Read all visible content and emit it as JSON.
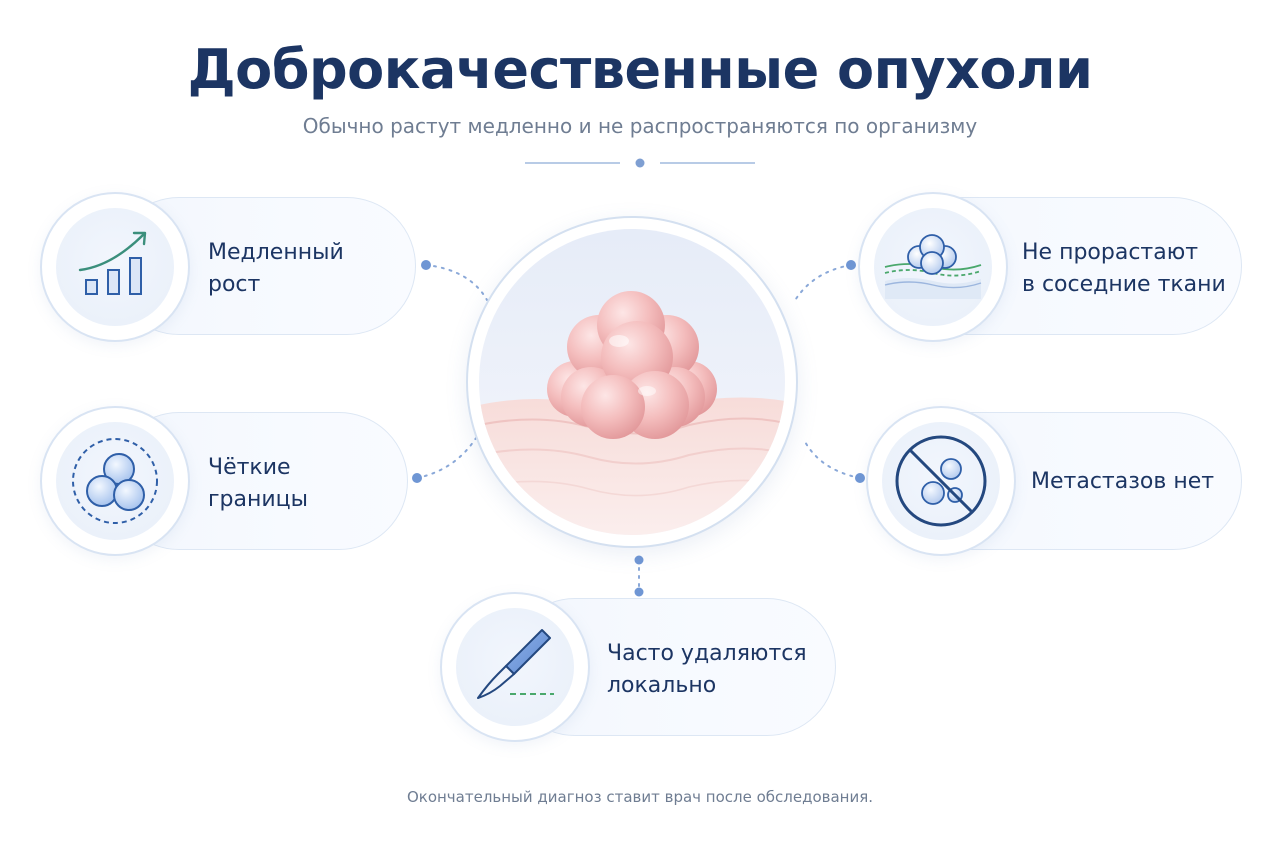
{
  "header": {
    "title": "Доброкачественные опухоли",
    "subtitle": "Обычно растут медленно и не распространяются по организму"
  },
  "features": {
    "slow_growth": {
      "label": "Медленный\nрост",
      "icon": "bar-chart-growth-icon"
    },
    "clear_borders": {
      "label": "Чёткие\nграницы",
      "icon": "cell-cluster-icon"
    },
    "no_invasion": {
      "label": "Не прорастают\nв соседние ткани",
      "icon": "tissue-layer-icon"
    },
    "no_metastasis": {
      "label": "Метастазов нет",
      "icon": "no-cells-icon"
    },
    "local_removal": {
      "label": "Часто удаляются\nлокально",
      "icon": "scalpel-icon"
    }
  },
  "footer": {
    "note": "Окончательный диагноз ставит врач после обследования."
  },
  "colors": {
    "title": "#1c3563",
    "subtitle": "#6f7d92",
    "accent_blue": "#2f5fa8",
    "accent_green": "#4aa86c",
    "dot": "#6f96d4"
  }
}
